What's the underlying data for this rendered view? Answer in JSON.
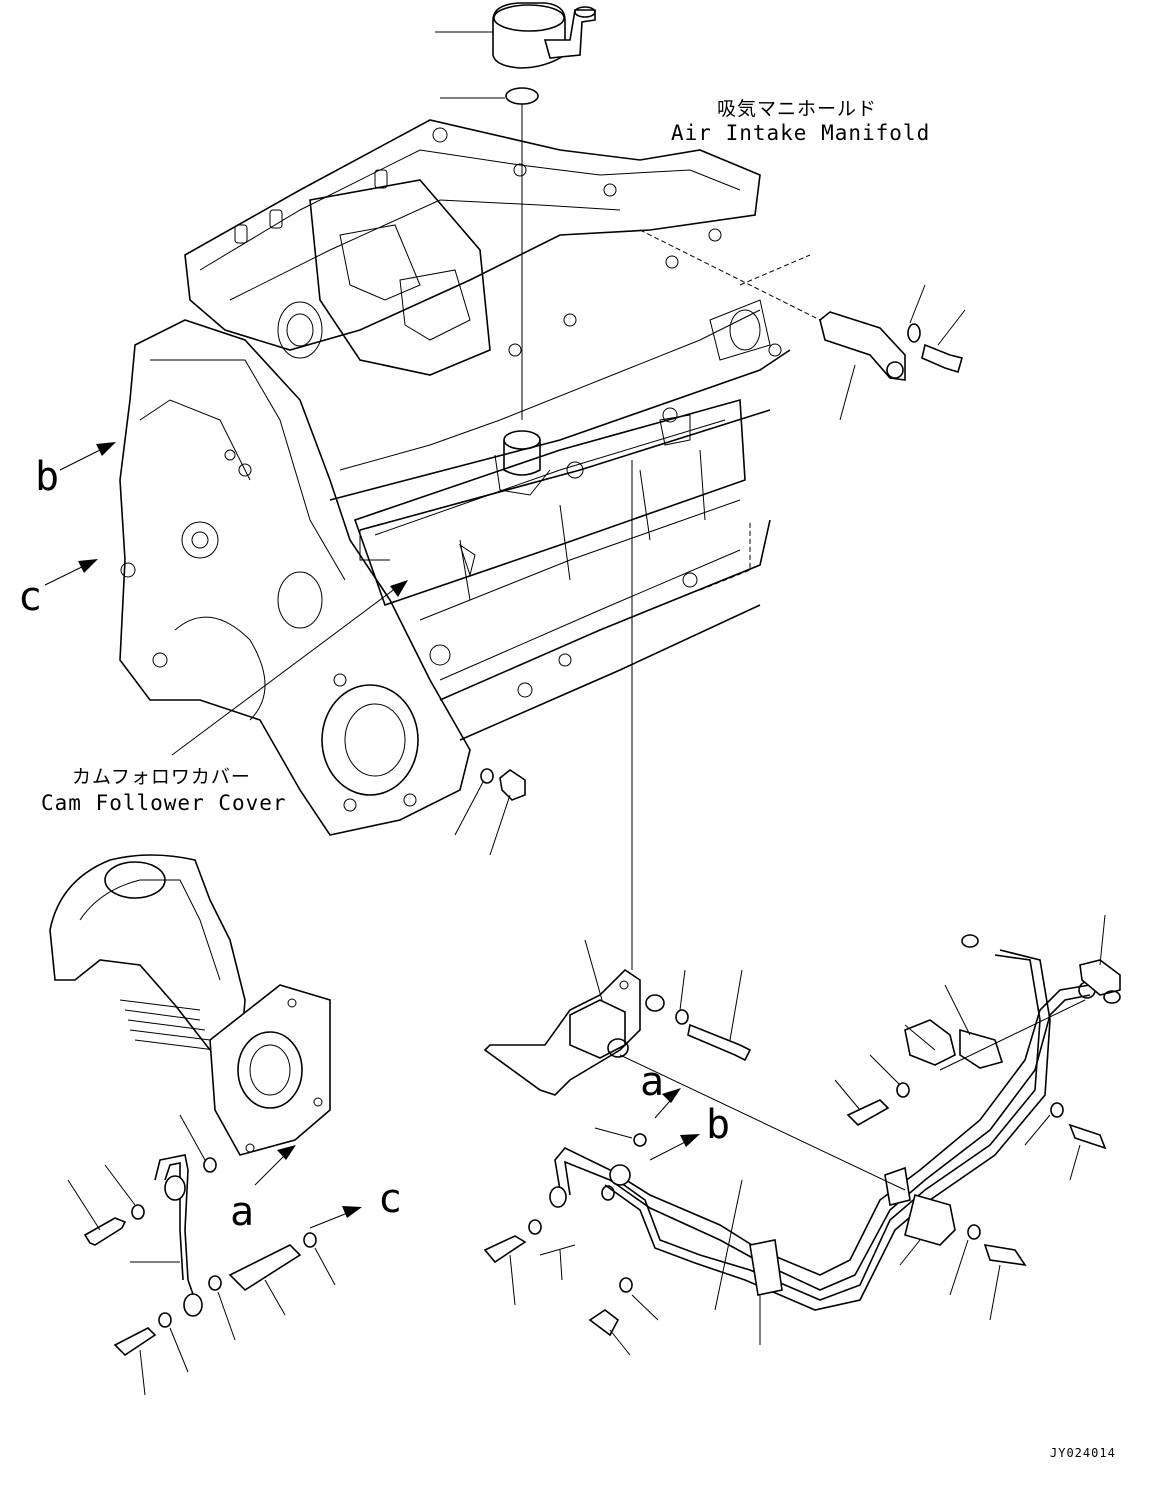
{
  "labels": {
    "manifold_jp": "吸気マニホールド",
    "manifold_en": "Air Intake Manifold",
    "cover_jp": "カムフォロワカバー",
    "cover_en": "Cam Follower Cover",
    "ref_b_left": "b",
    "ref_c_left": "c",
    "ref_a_lower": "a",
    "ref_c_lower": "c",
    "ref_a_right": "a",
    "ref_b_right": "b",
    "drawing_code": "JY024014"
  }
}
